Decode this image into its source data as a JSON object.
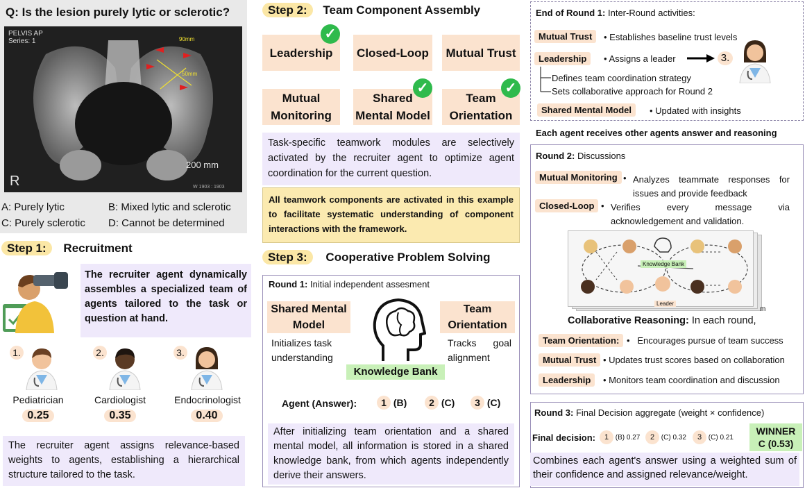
{
  "question": "Q: Is the lesion purely lytic or sclerotic?",
  "xray": {
    "header_line1": "PELVIS AP",
    "header_line2": "Series: 1",
    "scale": "200 mm",
    "measure1": "90mm",
    "measure2": "50mm",
    "corner": "R",
    "footer": "W 1903 : 1903"
  },
  "options": {
    "a": "A: Purely lytic",
    "b": "B: Mixed lytic and sclerotic",
    "c": "C: Purely sclerotic",
    "d": "D: Cannot be determined"
  },
  "step1": {
    "num": "Step 1:",
    "title": "Recruitment",
    "desc": "The recruiter agent dynamically assembles a specialized team of agents tailored to the task or question at hand.",
    "agents": [
      {
        "num": "1.",
        "role": "Pediatrician",
        "weight": "0.25"
      },
      {
        "num": "2.",
        "role": "Cardiologist",
        "weight": "0.35"
      },
      {
        "num": "3.",
        "role": "Endocrinologist",
        "weight": "0.40"
      }
    ],
    "footer": "The recruiter agent assigns relevance-based weights to agents, establishing a hierarchical structure tailored to the task."
  },
  "step2": {
    "num": "Step 2:",
    "title": "Team Component Assembly",
    "modules": {
      "leadership": "Leadership",
      "closed_loop": "Closed-Loop",
      "mutual_trust": "Mutual Trust",
      "mutual_monitoring": "Mutual Monitoring",
      "shared_mental_model": "Shared Mental Model",
      "team_orientation": "Team Orientation"
    },
    "desc": "Task-specific teamwork modules are selectively activated by the recruiter agent to optimize agent coordination for the current question.",
    "note": "All teamwork components are activated in this example to facilitate systematic understanding of component interactions with the framework."
  },
  "step3": {
    "num": "Step 3:",
    "title": "Cooperative Problem Solving",
    "round1_label": "Round 1:",
    "round1_title": "Initial independent assesment",
    "smm": "Shared Mental Model",
    "smm_desc": "Initializes task understanding",
    "to": "Team Orientation",
    "to_desc": "Tracks goal alignment",
    "kb": "Knowledge Bank",
    "answer_label": "Agent (Answer):",
    "answers": [
      {
        "n": "1",
        "a": "(B)"
      },
      {
        "n": "2",
        "a": "(C)"
      },
      {
        "n": "3",
        "a": "(C)"
      }
    ],
    "footer": "After initializing team orientation and a shared mental model, all information is stored in a shared knowledge bank, from which agents independently derive their answers."
  },
  "end_round1": {
    "label": "End of Round 1:",
    "title": "Inter-Round activities:",
    "mutual_trust": "Mutual Trust",
    "mutual_trust_desc": "Establishes baseline trust levels",
    "leadership": "Leadership",
    "leadership_desc": "Assigns a leader",
    "leader_num": "3.",
    "sub1": "Defines team coordination strategy",
    "sub2": "Sets collaborative approach for Round 2",
    "smm": "Shared Mental Model",
    "smm_desc": "Updated with insights"
  },
  "each_agent": "Each agent receives other agents answer and reasoning",
  "round2": {
    "label": "Round 2:",
    "title": "Discussions",
    "mm": "Mutual Monitoring",
    "mm_desc": "Analyzes teammate responses for issues and provide feedback",
    "cl": "Closed-Loop",
    "cl_desc": "Verifies every message via acknowledgement and validation.",
    "kb": "Knowledge Bank",
    "leader": "Leader",
    "m": "m",
    "collab_bold": "Collaborative Reasoning:",
    "collab_rest": " In each round,",
    "to": "Team Orientation:",
    "to_desc": "Encourages pursue of team success",
    "mt": "Mutual Trust",
    "mt_desc": "Updates trust scores based on collaboration",
    "ld": "Leadership",
    "ld_desc": "Monitors team coordination and discussion"
  },
  "round3": {
    "label": "Round 3:",
    "title": "Final Decision aggregate (weight × confidence)",
    "final_label": "Final decision:",
    "scores": [
      {
        "n": "1",
        "s": "(B) 0.27"
      },
      {
        "n": "2",
        "s": "(C) 0.32"
      },
      {
        "n": "3",
        "s": "(C) 0.21"
      }
    ],
    "winner1": "WINNER",
    "winner2": "C (0.53)",
    "footer": "Combines each agent's answer using a weighted sum of their confidence and assigned relevance/weight."
  },
  "colors": {
    "peach": "#fbe3cf",
    "lavender": "#efe9fb",
    "yellow": "#fbeab0",
    "green": "#c8f0b8",
    "check": "#2fba4c"
  }
}
